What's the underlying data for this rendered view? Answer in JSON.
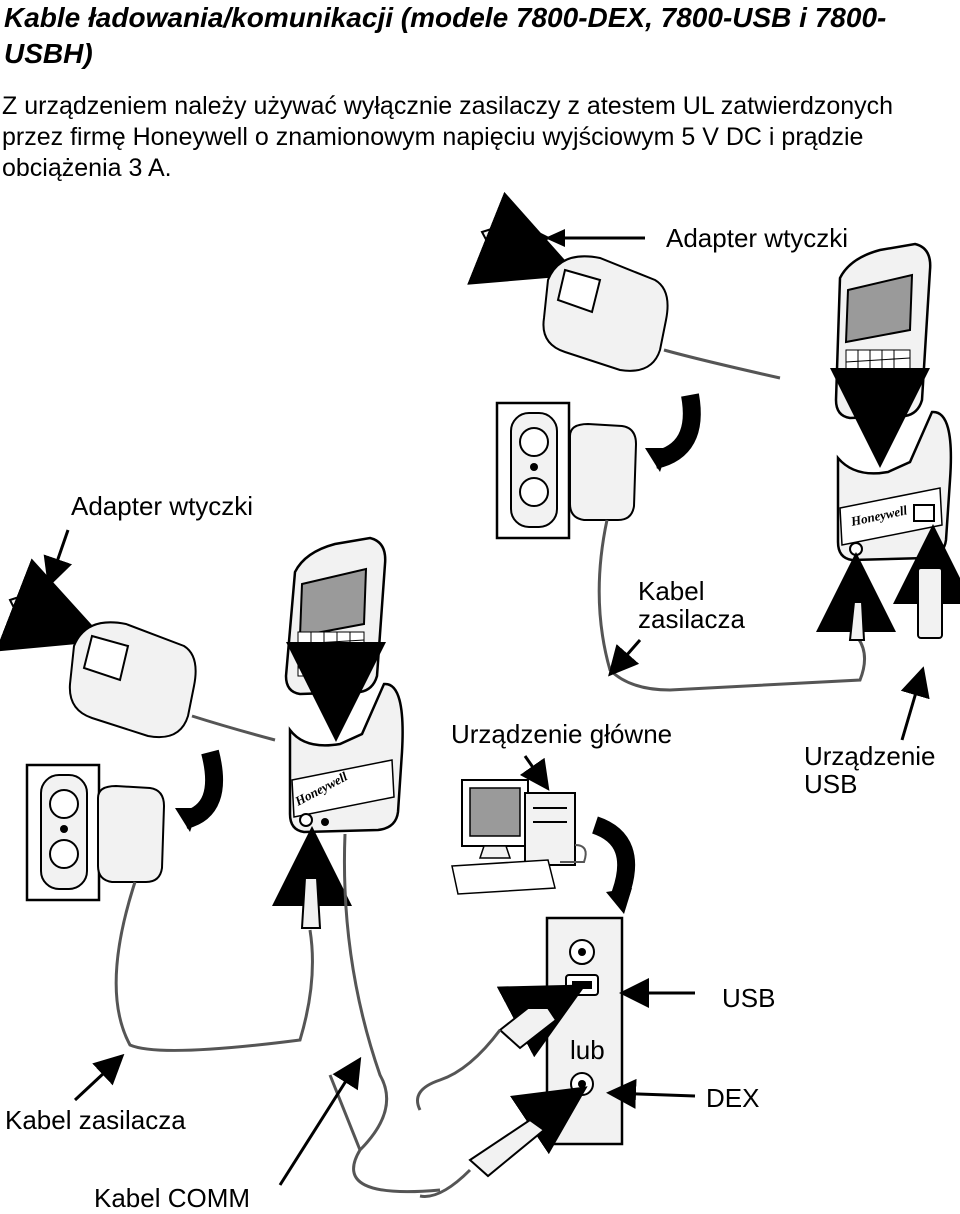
{
  "header": {
    "title": "Kable ładowania/komunikacji (modele 7800-DEX, 7800-USB i 7800-USBH)",
    "intro": "Z urządzeniem należy używać wyłącznie zasilaczy z atestem UL zatwierdzonych przez firmę Honeywell o znamionowym napięciu wyjściowym 5 V DC i prądzie obciążenia 3 A."
  },
  "labels": {
    "adapter_top": "Adapter wtyczki",
    "adapter_left": "Adapter wtyczki",
    "power_cable_right_line1": "Kabel",
    "power_cable_right_line2": "zasilacza",
    "host_device": "Urządzenie główne",
    "usb_device_line1": "Urządzenie",
    "usb_device_line2": "USB",
    "usb": "USB",
    "or": "lub",
    "dex": "DEX",
    "power_cable_left": "Kabel zasilacza",
    "comm_cable": "Kabel COMM"
  },
  "brand": {
    "cradle_logo_right": "Honeywell",
    "cradle_logo_left": "Honeywell"
  },
  "colors": {
    "ink": "#000000",
    "line_gray": "#555555",
    "screen_gray": "#9a9a9a",
    "fill_light": "#f2f2f2"
  }
}
